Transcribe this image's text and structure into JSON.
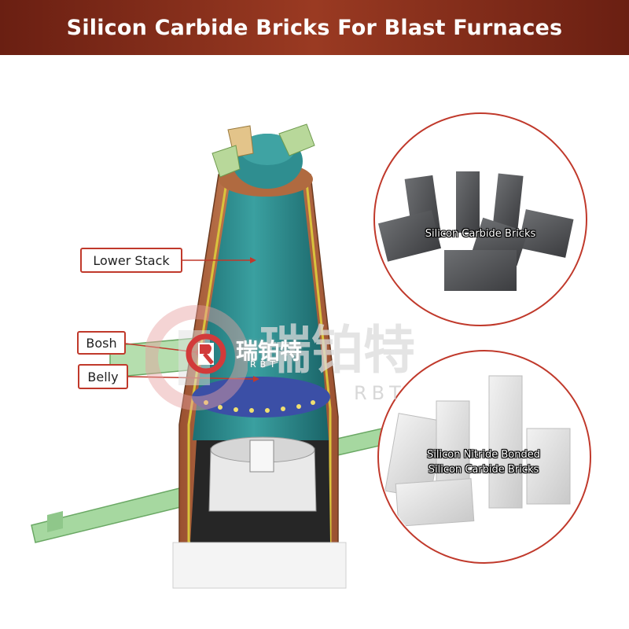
{
  "title": "Silicon Carbide Bricks For Blast Furnaces",
  "colors": {
    "banner": "#8b2e1c",
    "accent_red": "#c0392b",
    "furnace_teal": "#2a8b8d",
    "furnace_copper": "#c0744a",
    "pipe_green": "#9fd39a"
  },
  "callouts": {
    "lower_stack": "Lower Stack",
    "bosh": "Bosh",
    "belly": "Belly"
  },
  "products": [
    {
      "label": "Silicon Carbide Bricks"
    },
    {
      "label_line1": "Silicon Nitride Bonded",
      "label_line2": "Silicon Carbide Bricks"
    }
  ],
  "watermark": {
    "chinese": "瑞铂特",
    "latin": "RBT"
  }
}
